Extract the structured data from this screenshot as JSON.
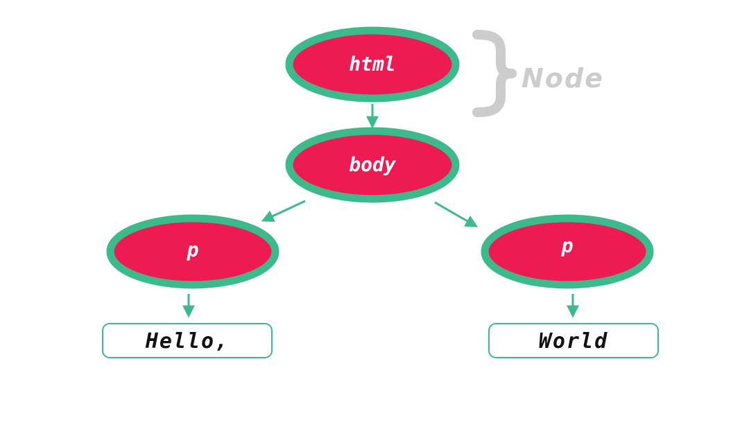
{
  "diagram": {
    "colors": {
      "node_fill": "#ee1b52",
      "node_stroke": "#3dba8c",
      "edge": "#3dba8c",
      "text_box_stroke": "#3dba8c",
      "annotation": "#cccccc"
    },
    "nodes": {
      "html": {
        "label": "html"
      },
      "body": {
        "label": "body"
      },
      "p_left": {
        "label": "p"
      },
      "p_right": {
        "label": "p"
      }
    },
    "text_nodes": {
      "left": {
        "label": "Hello,"
      },
      "right": {
        "label": "World"
      }
    },
    "annotation": {
      "brace": "}",
      "label": "Node"
    }
  }
}
